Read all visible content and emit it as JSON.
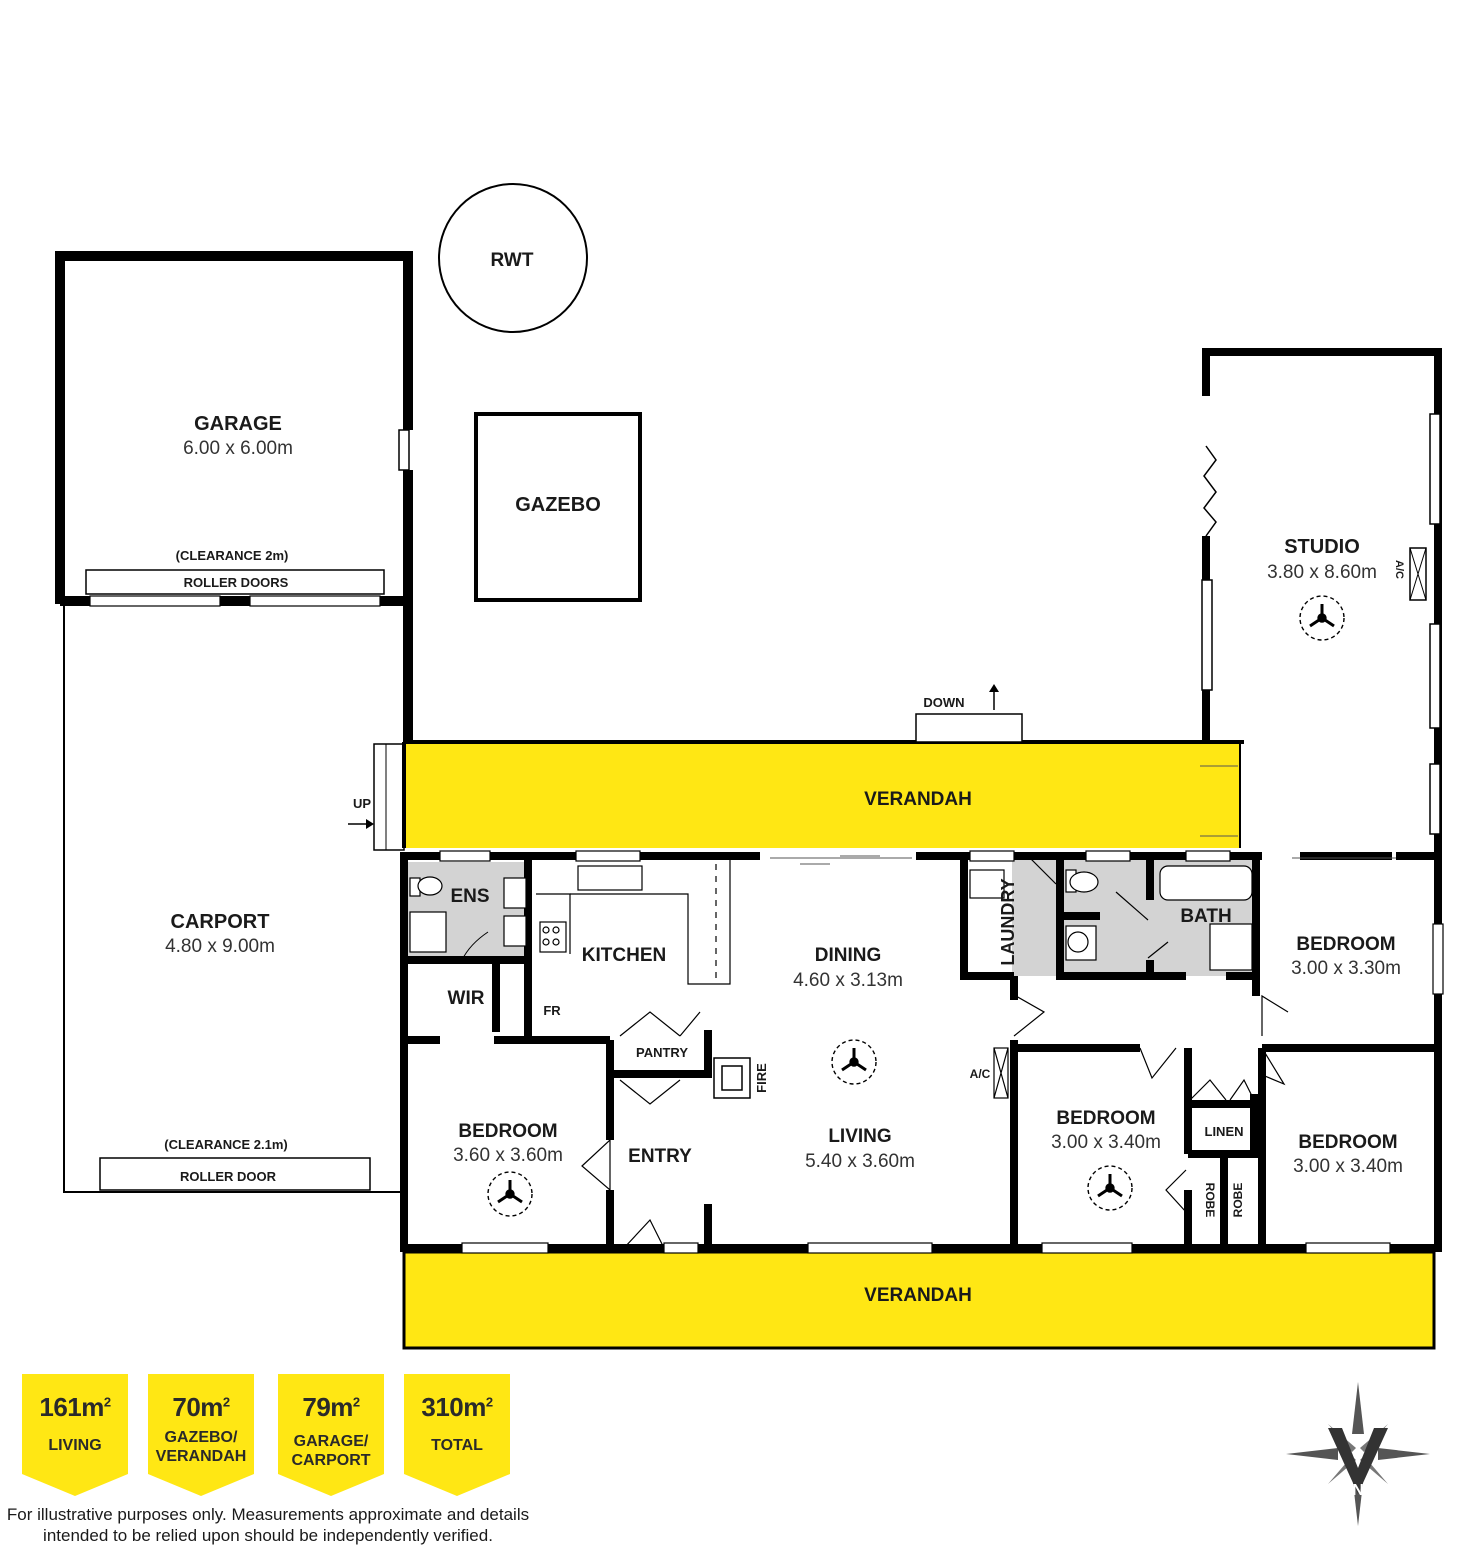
{
  "rooms": {
    "rwt": {
      "label": "RWT"
    },
    "garage": {
      "label": "GARAGE",
      "dims": "6.00 x 6.00m",
      "clearance": "(CLEARANCE 2m)",
      "door": "ROLLER DOORS"
    },
    "gazebo": {
      "label": "GAZEBO"
    },
    "studio": {
      "label": "STUDIO",
      "dims": "3.80 x 8.60m",
      "ac": "A/C"
    },
    "carport": {
      "label": "CARPORT",
      "dims": "4.80 x 9.00m",
      "clearance": "(CLEARANCE 2.1m)",
      "door": "ROLLER DOOR"
    },
    "verandah_top": {
      "label": "VERANDAH"
    },
    "verandah_bottom": {
      "label": "VERANDAH"
    },
    "ens": {
      "label": "ENS"
    },
    "kitchen": {
      "label": "KITCHEN"
    },
    "dining": {
      "label": "DINING",
      "dims": "4.60 x 3.13m"
    },
    "laundry": {
      "label": "LAUNDRY"
    },
    "bath": {
      "label": "BATH"
    },
    "bedroom_east_upper": {
      "label": "BEDROOM",
      "dims": "3.00 x 3.30m"
    },
    "wir": {
      "label": "WIR"
    },
    "fr": {
      "label": "FR"
    },
    "pantry": {
      "label": "PANTRY"
    },
    "fire": {
      "label": "FIRE"
    },
    "living": {
      "label": "LIVING",
      "dims": "5.40 x 3.60m"
    },
    "ac_living": {
      "label": "A/C"
    },
    "bedroom_west": {
      "label": "BEDROOM",
      "dims": "3.60 x 3.60m"
    },
    "entry": {
      "label": "ENTRY"
    },
    "bedroom_middle": {
      "label": "BEDROOM",
      "dims": "3.00 x 3.40m"
    },
    "linen": {
      "label": "LINEN"
    },
    "robe1": {
      "label": "ROBE"
    },
    "robe2": {
      "label": "ROBE"
    },
    "bedroom_east_lower": {
      "label": "BEDROOM",
      "dims": "3.00 x 3.40m"
    }
  },
  "stairs": {
    "down": "DOWN",
    "up": "UP"
  },
  "colors": {
    "verandah": "#ffe714",
    "wet_area": "#d3d3d3",
    "wall": "#000000",
    "badge": "#ffe714"
  },
  "badges": [
    {
      "area": "161m",
      "sup": "2",
      "caption": "LIVING"
    },
    {
      "area": "70m",
      "sup": "2",
      "caption": "GAZEBO/ VERANDAH"
    },
    {
      "area": "79m",
      "sup": "2",
      "caption": "GARAGE/ CARPORT"
    },
    {
      "area": "310m",
      "sup": "2",
      "caption": "TOTAL"
    }
  ],
  "compass": {
    "label": "N"
  },
  "disclaimer": "For illustrative purposes only. Measurements approximate and details intended to be relied upon should be independently verified."
}
